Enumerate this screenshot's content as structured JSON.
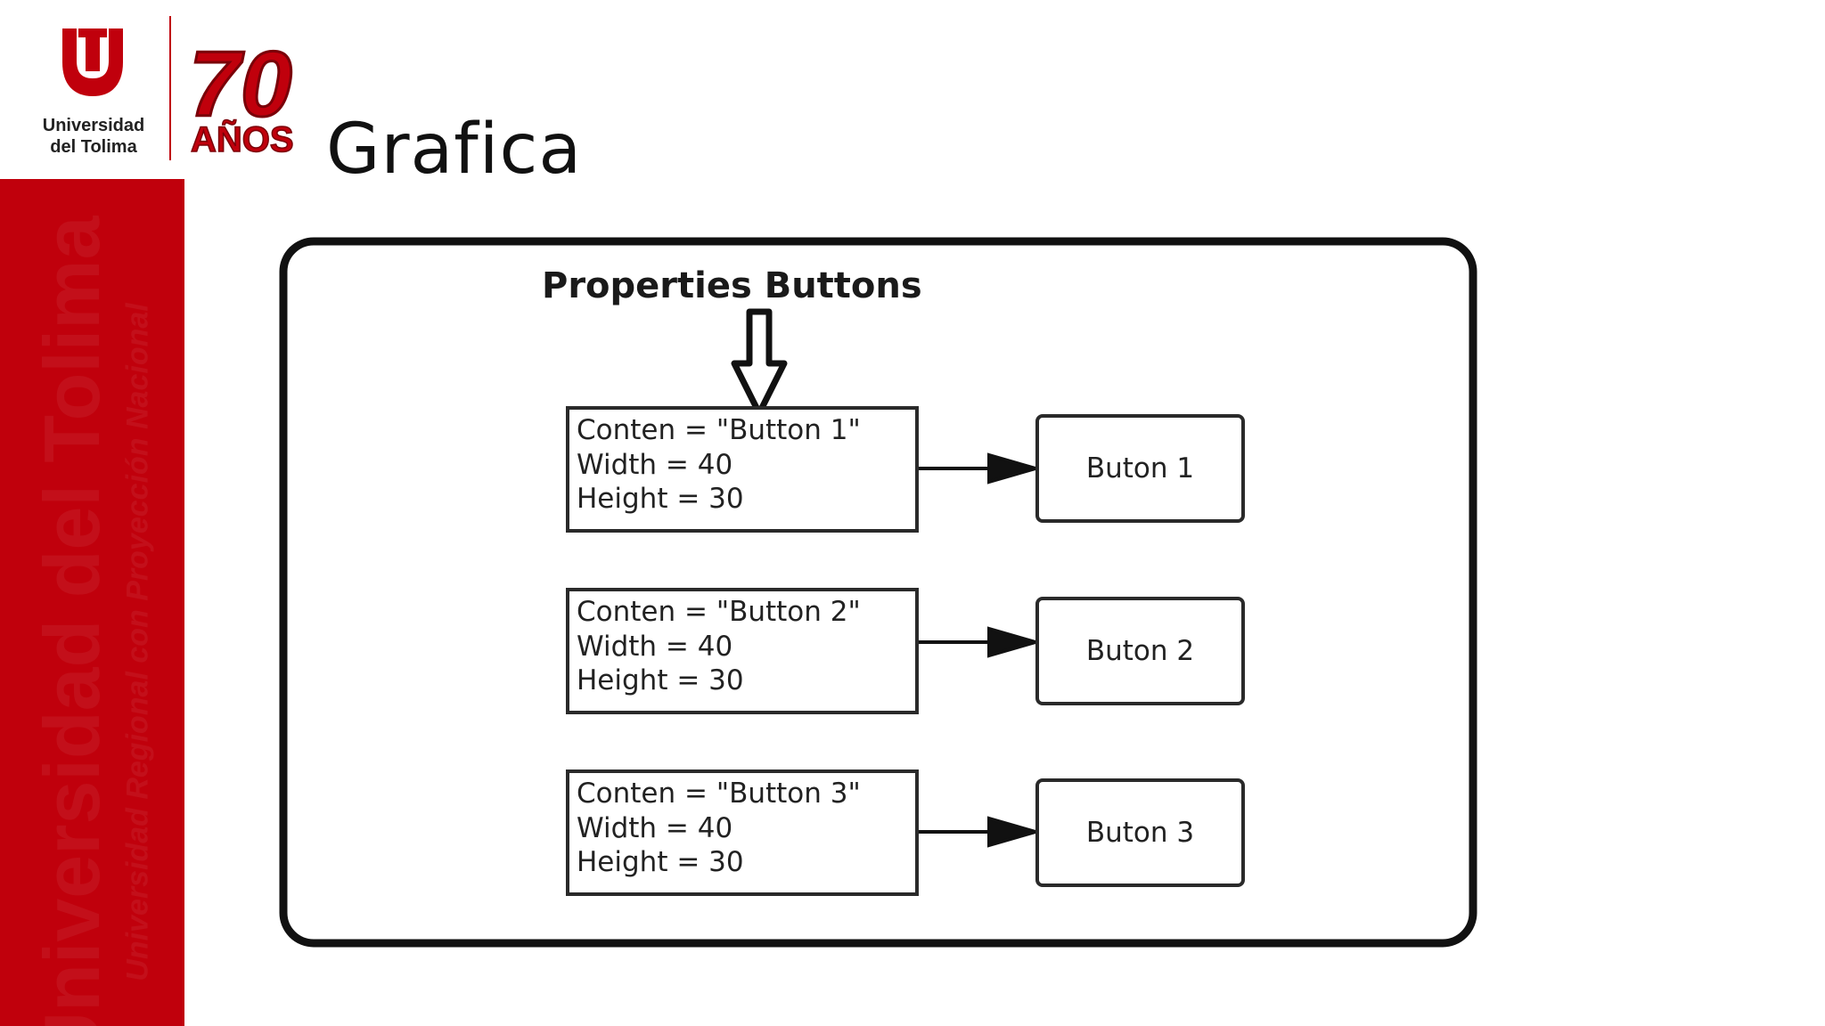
{
  "slide": {
    "title": "Grafica"
  },
  "branding": {
    "university_line1": "Universidad",
    "university_line2": "del Tolima",
    "anniversary_number": "70",
    "anniversary_word": "AÑOS",
    "watermark_main": "Universidad del Tolima",
    "watermark_sub": "Universidad Regional con Proyección Nacional",
    "accent_color": "#c0000c"
  },
  "diagram": {
    "title": "Properties Buttons",
    "properties": [
      {
        "content": "Conten = \"Button 1\"",
        "width": "Width = 40",
        "height": "Height = 30"
      },
      {
        "content": "Conten = \"Button 2\"",
        "width": "Width = 40",
        "height": "Height = 30"
      },
      {
        "content": "Conten = \"Button 3\"",
        "width": "Width = 40",
        "height": "Height = 30"
      }
    ],
    "buttons": [
      "Buton 1",
      "Buton 2",
      "Buton 3"
    ]
  }
}
